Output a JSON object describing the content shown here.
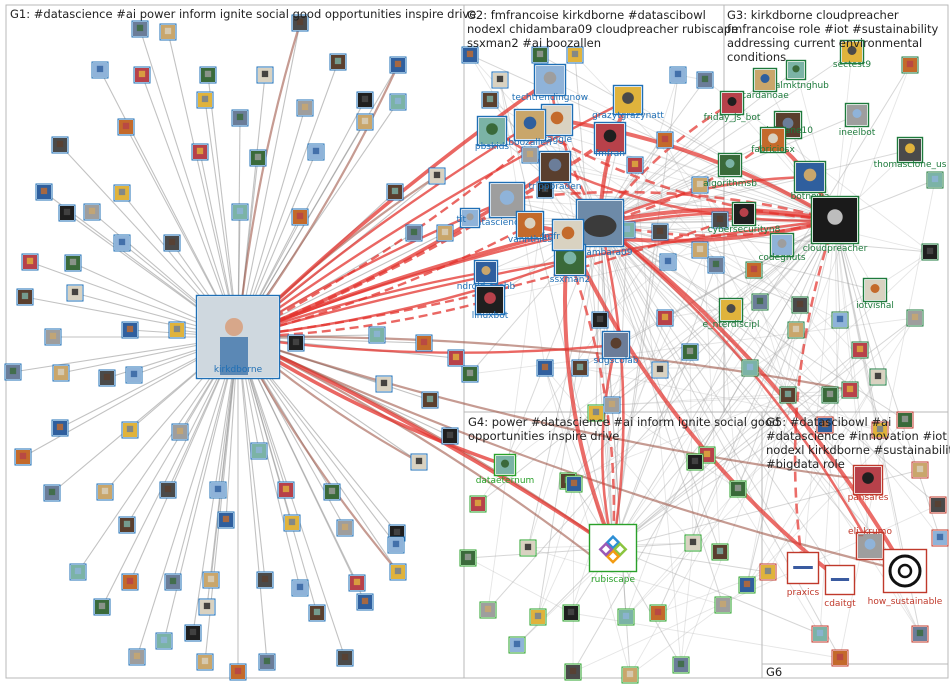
{
  "groups": [
    {
      "id": "G1",
      "label": "G1: #datascience #ai power inform ignite social good opportunities inspire drive",
      "color": "#1f6fb5"
    },
    {
      "id": "G2",
      "label_lines": [
        "G2: fmfrancoise kirkdborne #datascibowl",
        "nodexl chidambara09 cloudpreacher rubiscape",
        "ssxman2 #ai boozallen"
      ],
      "color": "#1f6fb5"
    },
    {
      "id": "G3",
      "label_lines": [
        "G3: kirkdborne cloudpreacher",
        "fmfrancoise role #iot #sustainability",
        "addressing current environmental",
        "conditions"
      ],
      "color": "#1e7a3c"
    },
    {
      "id": "G4",
      "label_lines": [
        "G4: power #datascience #ai inform ignite social good",
        "opportunities inspire drive"
      ],
      "color": "#2aa12a"
    },
    {
      "id": "G5",
      "label_lines": [
        "G5: #datascibowl #ai",
        "#datascience #innovation #iot",
        "nodexl kirkdborne #sustainability",
        "#bigdata role"
      ],
      "color": "#c0392b"
    },
    {
      "id": "G6",
      "label": "G6",
      "color": "#444444"
    }
  ],
  "nodes": [
    {
      "name": "kirkdborne",
      "group": "G1",
      "hub": true
    },
    {
      "name": "techtrendingnow",
      "group": "G2"
    },
    {
      "name": "kaggle",
      "group": "G2"
    },
    {
      "name": "grazytgrazynatt",
      "group": "G2"
    },
    {
      "name": "pbskids",
      "group": "G2"
    },
    {
      "name": "boozallen",
      "group": "G2"
    },
    {
      "name": "fmfran",
      "group": "G2"
    },
    {
      "name": "trippbraden",
      "group": "G2"
    },
    {
      "name": "datasciencebot_",
      "group": "G2"
    },
    {
      "name": "vannthies",
      "group": "G2"
    },
    {
      "name": "chidambara09",
      "group": "G2"
    },
    {
      "name": "ssxman2",
      "group": "G2"
    },
    {
      "name": "ndroid_techb",
      "group": "G2"
    },
    {
      "name": "llnuxbot",
      "group": "G2"
    },
    {
      "name": "sdgscolab",
      "group": "G2"
    },
    {
      "name": "tit",
      "group": "G2"
    },
    {
      "name": "fmfr",
      "group": "G2"
    },
    {
      "name": "sectest9",
      "group": "G3"
    },
    {
      "name": "gitalmktnghub",
      "group": "G3"
    },
    {
      "name": "cardanoae",
      "group": "G3"
    },
    {
      "name": "friday_js_bot",
      "group": "G3"
    },
    {
      "name": "dakeane10",
      "group": "G3"
    },
    {
      "name": "ineelbot",
      "group": "G3"
    },
    {
      "name": "fabriciosx",
      "group": "G3"
    },
    {
      "name": "thomasclone_us",
      "group": "G3"
    },
    {
      "name": "algorithmsb",
      "group": "G3"
    },
    {
      "name": "botnowa",
      "group": "G3"
    },
    {
      "name": "cybersecurityn8",
      "group": "G3"
    },
    {
      "name": "cloudpreacher",
      "group": "G3",
      "hub": true
    },
    {
      "name": "codegnuts",
      "group": "G3"
    },
    {
      "name": "iotvishal",
      "group": "G3"
    },
    {
      "name": "e_nterdiscipl",
      "group": "G3"
    },
    {
      "name": "dataeternum",
      "group": "G4"
    },
    {
      "name": "rubiscape",
      "group": "G4",
      "hub": true
    },
    {
      "name": "pansares",
      "group": "G5"
    },
    {
      "name": "praxics",
      "group": "G5"
    },
    {
      "name": "eli_krumo",
      "group": "G5"
    },
    {
      "name": "cdaitgt",
      "group": "G5"
    },
    {
      "name": "how_sustainable",
      "group": "G5"
    }
  ]
}
